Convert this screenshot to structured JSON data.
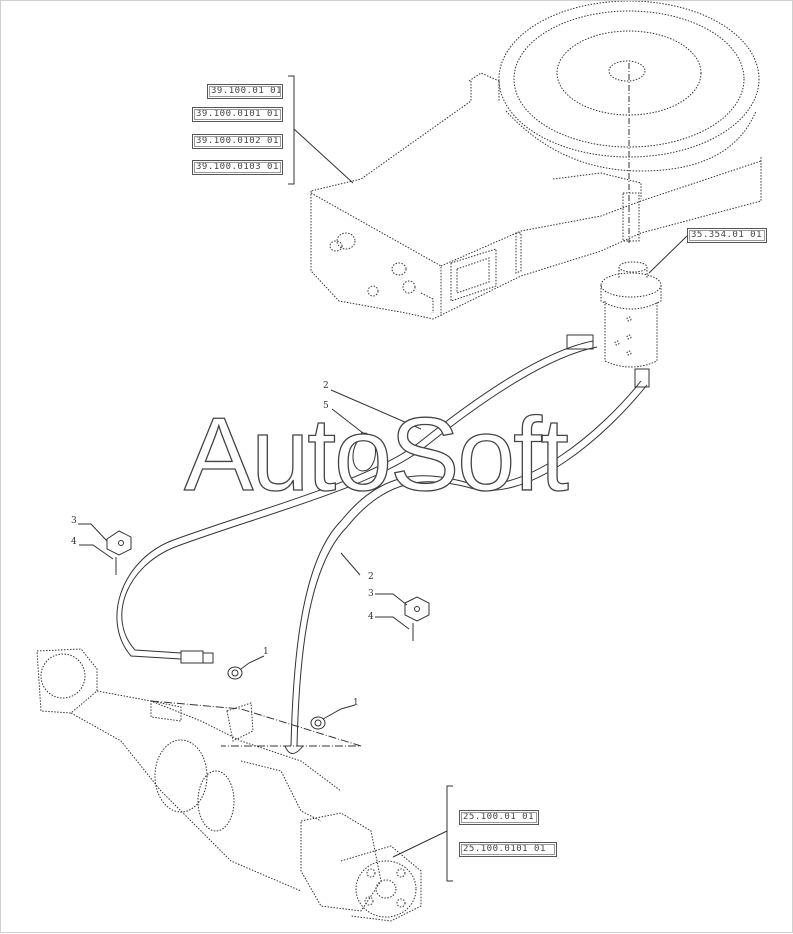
{
  "watermark": "AutoSoft",
  "references": {
    "frame": [
      "39.100.01 01",
      "39.100.0101 01",
      "39.100.0102 01",
      "39.100.0103 01"
    ],
    "swivel": "35.354.01 01",
    "axle": [
      "25.100.01 01",
      "25.100.0101 01"
    ]
  },
  "callouts": {
    "c2a": "2",
    "c5": "5",
    "c2b": "2",
    "c3a": "3",
    "c4a": "4",
    "c3b": "3",
    "c4b": "4",
    "c1a": "1",
    "c1b": "1"
  },
  "colors": {
    "line": "#333333",
    "ref_border": "#555555"
  }
}
